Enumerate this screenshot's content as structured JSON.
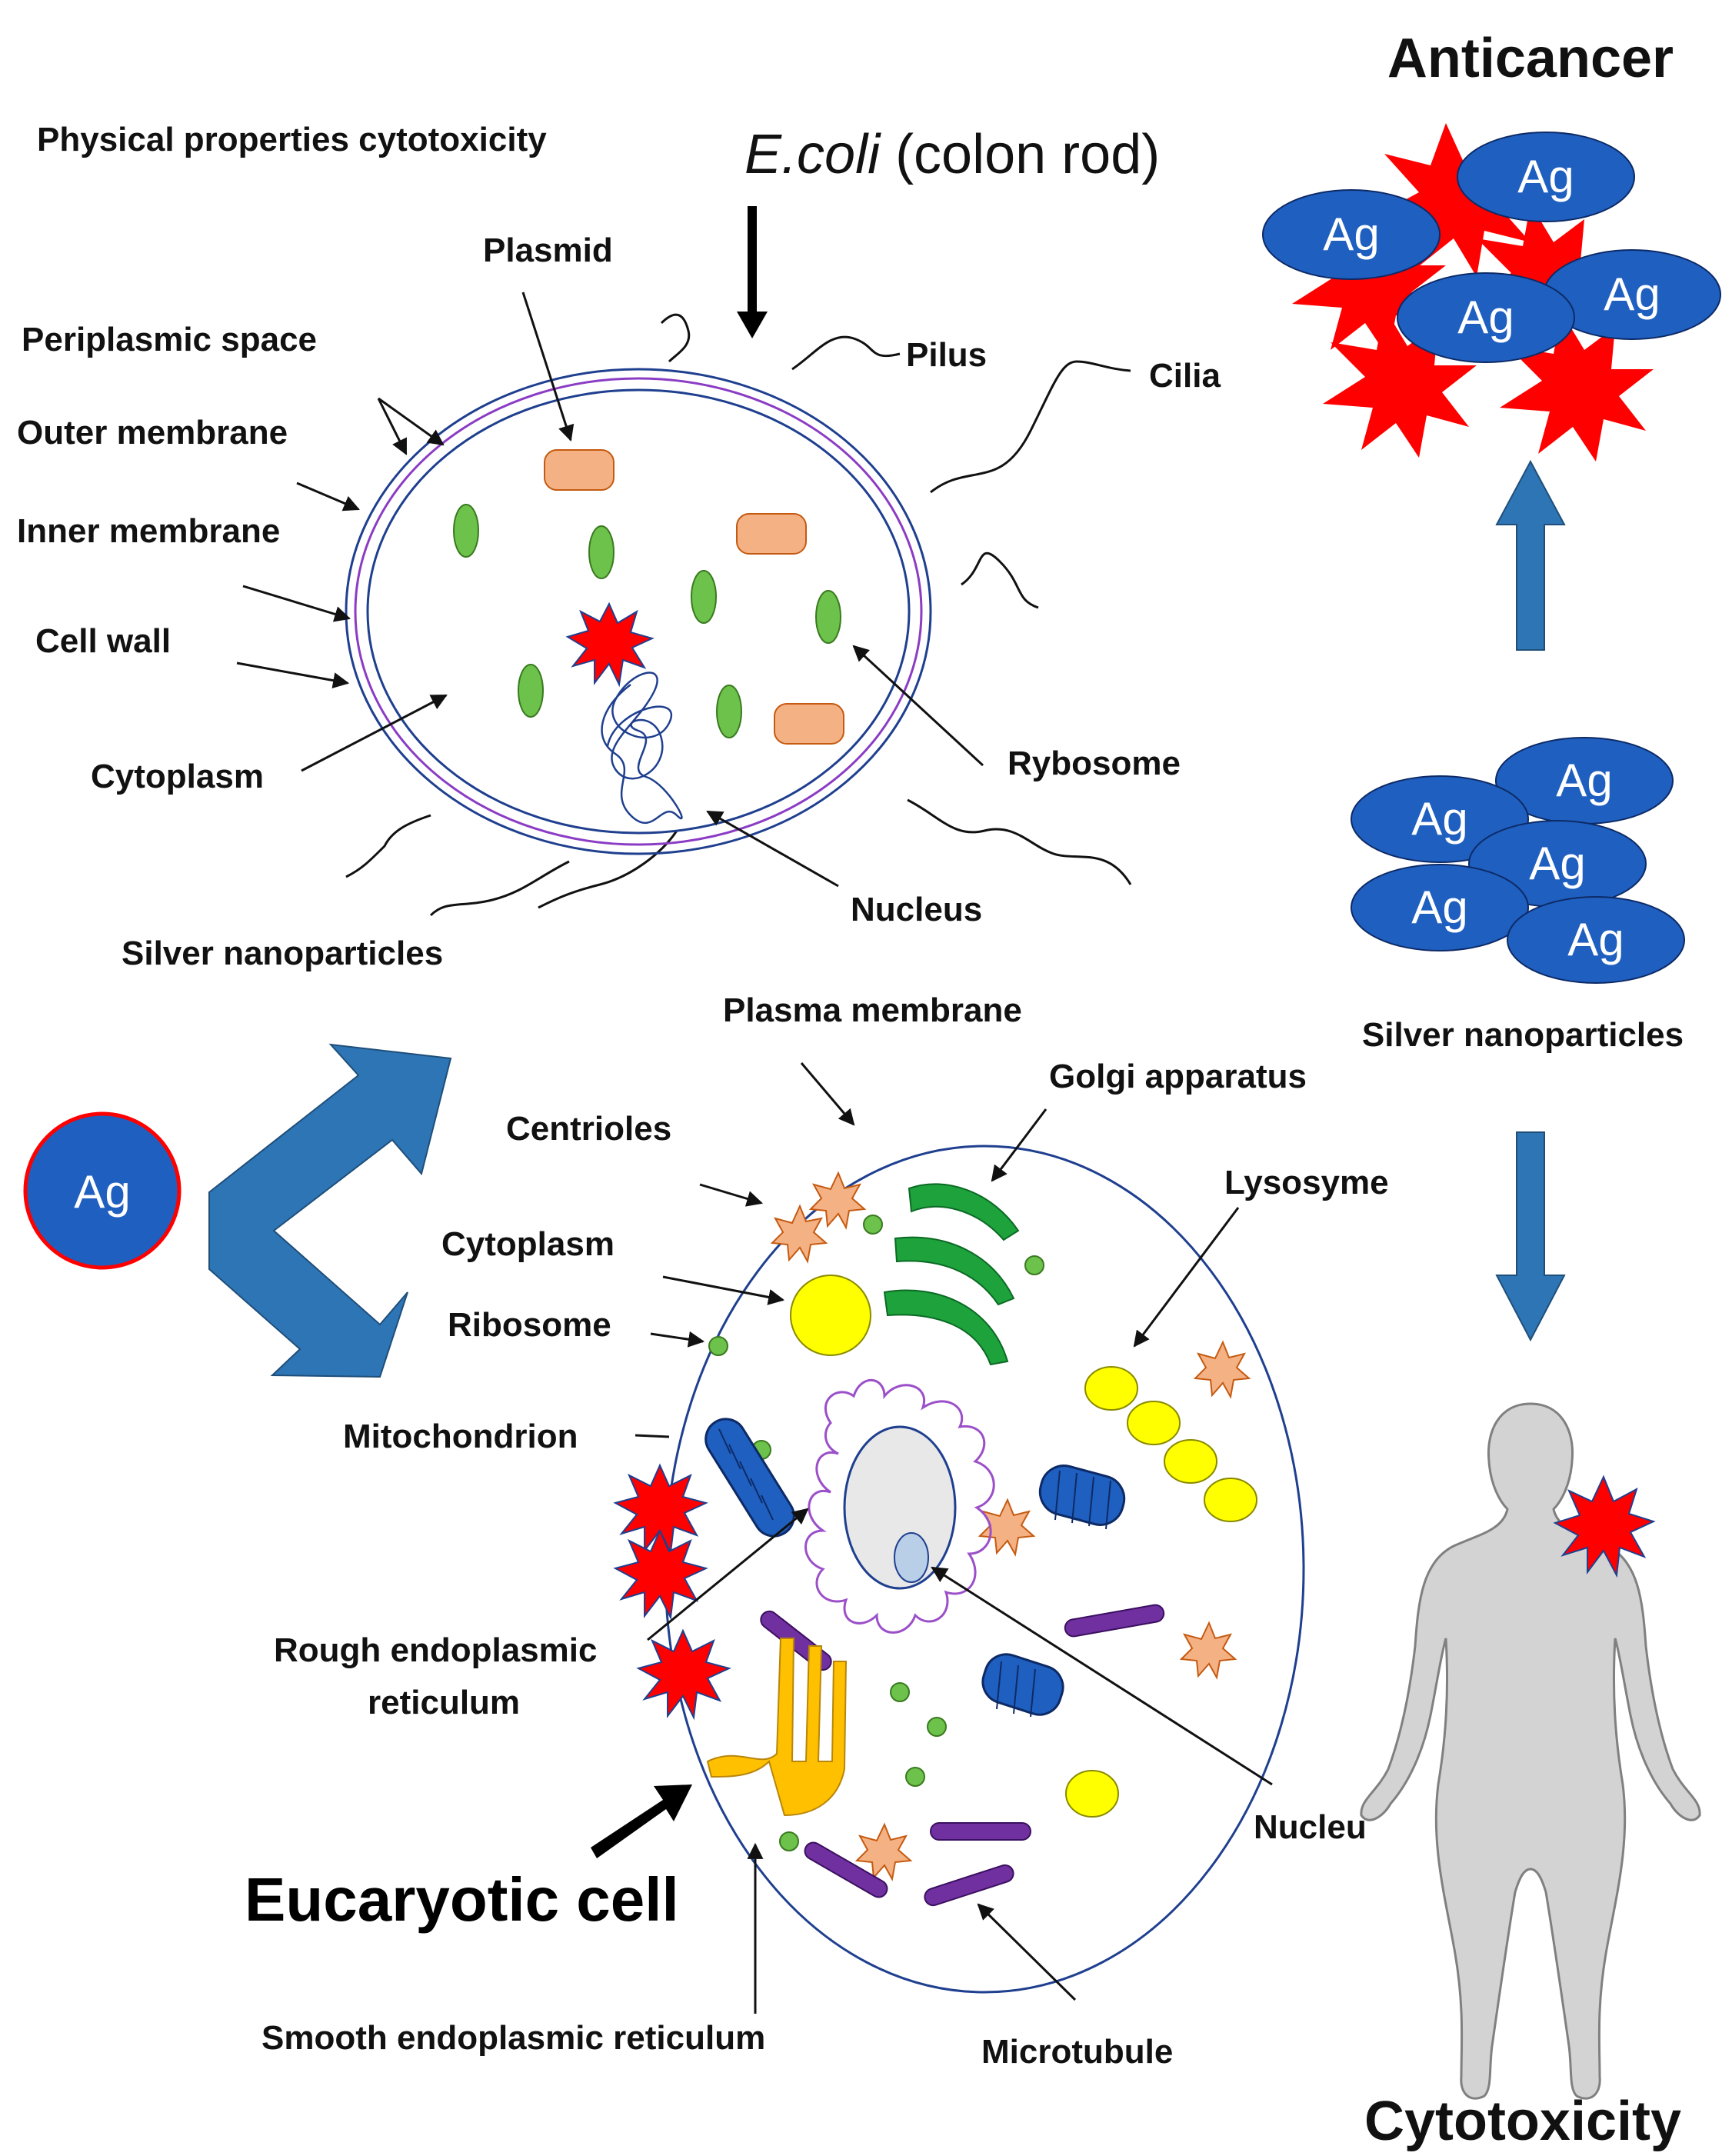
{
  "labels": {
    "physical_properties": "Physical properties cytotoxicity",
    "ecoli_italic": "E.coli",
    "ecoli_rest": " (colon rod)",
    "plasmid": "Plasmid",
    "periplasmic_space": "Periplasmic space",
    "pilus": "Pilus",
    "cilia": "Cilia",
    "outer_membrane": "Outer membrane",
    "inner_membrane": "Inner membrane",
    "cell_wall": "Cell wall",
    "cytoplasm_bact": "Cytoplasm",
    "rybosome": "Rybosome",
    "nucleus_bact": "Nucleus",
    "silver_np_left": "Silver nanoparticles",
    "plasma_membrane": "Plasma membrane",
    "golgi": "Golgi apparatus",
    "centrioles": "Centrioles",
    "lysosyme": "Lysosyme",
    "cytoplasm_euk": "Cytoplasm",
    "ribosome_euk": "Ribosome",
    "mitochondrion": "Mitochondrion",
    "rough_er_1": "Rough endoplasmic",
    "rough_er_2": "reticulum",
    "nucleus_euk": "Nucleu",
    "eucaryotic_cell": "Eucaryotic cell",
    "smooth_er": "Smooth endoplasmic reticulum",
    "microtubule": "Microtubule",
    "anticancer": "Anticancer",
    "silver_np_right": "Silver nanoparticles",
    "cytotoxicity": "Cytotoxicity",
    "ag": "Ag"
  },
  "colors": {
    "arrow_blue": "#2e75b6",
    "ag_blue": "#1f5fbf",
    "burst_red": "#ff0000",
    "ribosome_green": "#6cc24a",
    "plasmid_orange": "#f4b183",
    "golgi_green": "#1ea23c",
    "yellow_vesicle": "#ffff00",
    "smooth_er_orange": "#ffc000",
    "microtubule_purple": "#7030a0",
    "human_gray": "#d3d3d3"
  }
}
